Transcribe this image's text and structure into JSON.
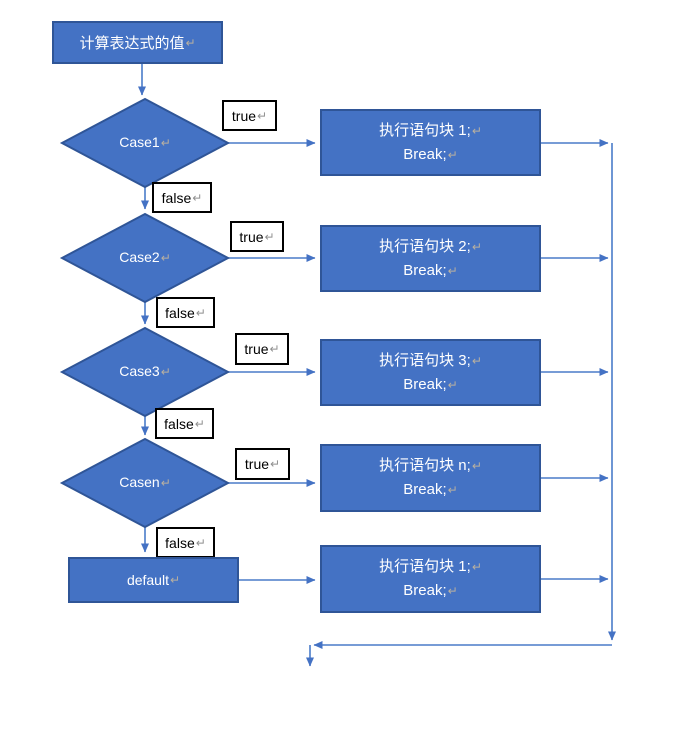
{
  "diagram": {
    "type": "flowchart",
    "topic": "switch-case statement flow",
    "marks": {
      "return": "↵"
    },
    "labels": {
      "true": "true",
      "false": "false"
    },
    "start": {
      "label": "计算表达式的值"
    },
    "decisions": [
      {
        "label": "Case1"
      },
      {
        "label": "Case2"
      },
      {
        "label": "Case3"
      },
      {
        "label": "Casen"
      }
    ],
    "default_node": {
      "label": "default"
    },
    "actions": [
      {
        "line1": "执行语句块 1;",
        "line2": "Break;"
      },
      {
        "line1": "执行语句块 2;",
        "line2": "Break;"
      },
      {
        "line1": "执行语句块 3;",
        "line2": "Break;"
      },
      {
        "line1": "执行语句块 n;",
        "line2": "Break;"
      },
      {
        "line1": "执行语句块 1;",
        "line2": "Break;"
      }
    ],
    "edges": [
      {
        "from": "start",
        "to": "Case1"
      },
      {
        "from": "Case1",
        "to": "action-1",
        "label": "true"
      },
      {
        "from": "Case1",
        "to": "Case2",
        "label": "false"
      },
      {
        "from": "Case2",
        "to": "action-2",
        "label": "true"
      },
      {
        "from": "Case2",
        "to": "Case3",
        "label": "false"
      },
      {
        "from": "Case3",
        "to": "action-3",
        "label": "true"
      },
      {
        "from": "Case3",
        "to": "Casen",
        "label": "false"
      },
      {
        "from": "Casen",
        "to": "action-n",
        "label": "true"
      },
      {
        "from": "Casen",
        "to": "default",
        "label": "false"
      },
      {
        "from": "default",
        "to": "action-default"
      },
      {
        "from": "all-actions",
        "to": "exit-collector"
      }
    ],
    "colors": {
      "node_fill": "#4472C4",
      "node_border": "#2F5597",
      "connector": "#4A7CC9",
      "arrowhead": "#4472C4",
      "edge_label_border": "#000000"
    }
  }
}
